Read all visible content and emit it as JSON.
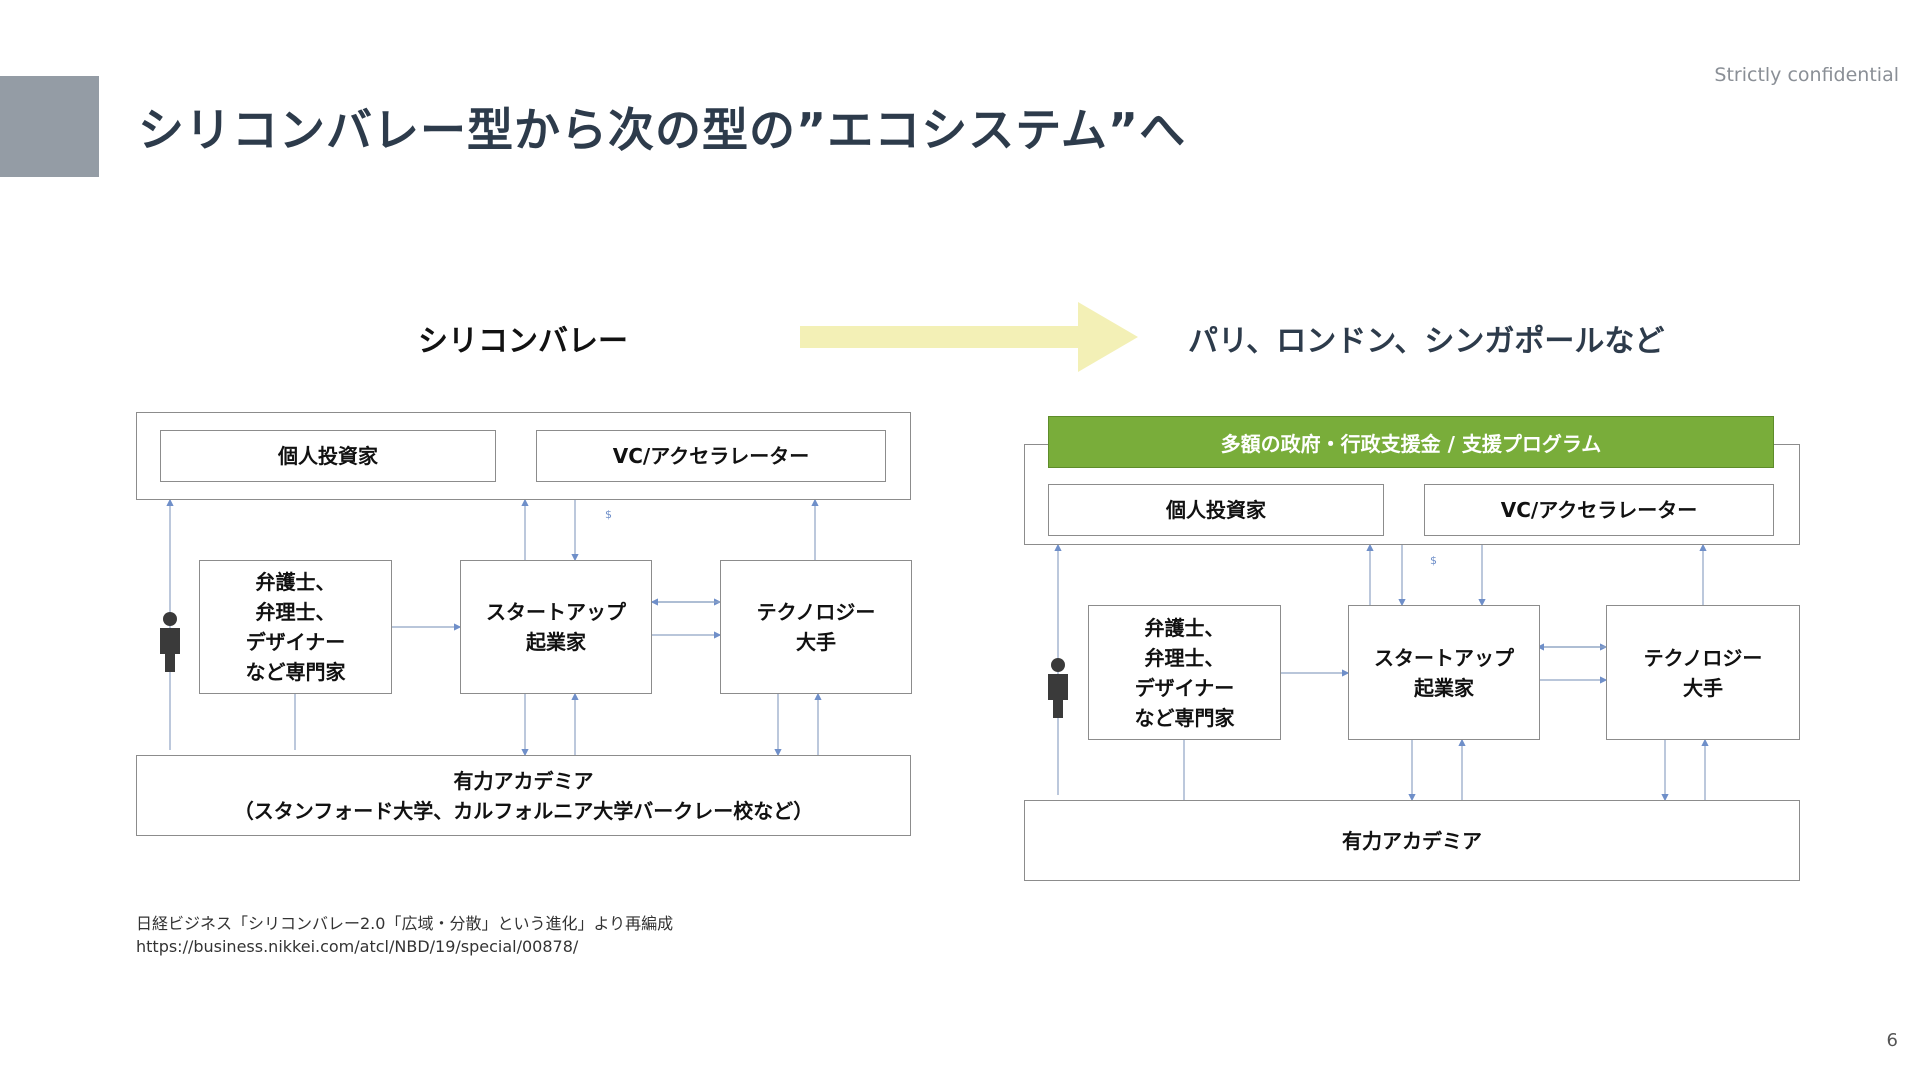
{
  "header": {
    "confidential": "Strictly confidential",
    "title": "シリコンバレー型から次の型の”エコシステム”へ"
  },
  "left": {
    "heading": "シリコンバレー",
    "investor_individual": "個人投資家",
    "investor_vc": "VC/アクセラレーター",
    "money_label": "$",
    "professionals": [
      "弁護士、",
      "弁理士、",
      "デザイナー",
      "など専門家"
    ],
    "startup": [
      "スタートアップ",
      "起業家"
    ],
    "tech": [
      "テクノロジー",
      "大手"
    ],
    "academia": [
      "有力アカデミア",
      "（スタンフォード大学、カルフォルニア大学バークレー校など）"
    ]
  },
  "right": {
    "heading": "パリ、ロンドン、シンガポールなど",
    "banner": "多額の政府・行政支援金 / 支援プログラム",
    "investor_individual": "個人投資家",
    "investor_vc": "VC/アクセラレーター",
    "money_label": "$",
    "professionals": [
      "弁護士、",
      "弁理士、",
      "デザイナー",
      "など専門家"
    ],
    "startup": [
      "スタートアップ",
      "起業家"
    ],
    "tech": [
      "テクノロジー",
      "大手"
    ],
    "academia": "有力アカデミア"
  },
  "colors": {
    "arrow": "#f3f0b6",
    "banner": "#79ad3a",
    "corner_block": "#949ca5",
    "connector": "#6f8fc9"
  },
  "source": {
    "line1": "日経ビジネス「シリコンバレー2.0「広域・分散」という進化」より再編成",
    "line2": "https://business.nikkei.com/atcl/NBD/19/special/00878/"
  },
  "page_number": "6"
}
